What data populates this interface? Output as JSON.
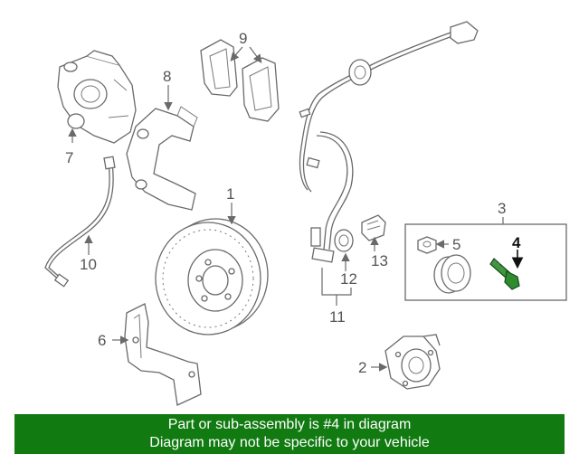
{
  "diagram": {
    "callouts": {
      "c1": "1",
      "c2": "2",
      "c3": "3",
      "c4": "4",
      "c5": "5",
      "c6": "6",
      "c7": "7",
      "c8": "8",
      "c9": "9",
      "c10": "10",
      "c11": "11",
      "c12": "12",
      "c13": "13"
    },
    "highlight_color": "#2e8b2e"
  },
  "banner": {
    "line1": "Part or sub-assembly is #4 in diagram",
    "line2": "Diagram may not be specific to your vehicle",
    "background": "#117a11"
  }
}
